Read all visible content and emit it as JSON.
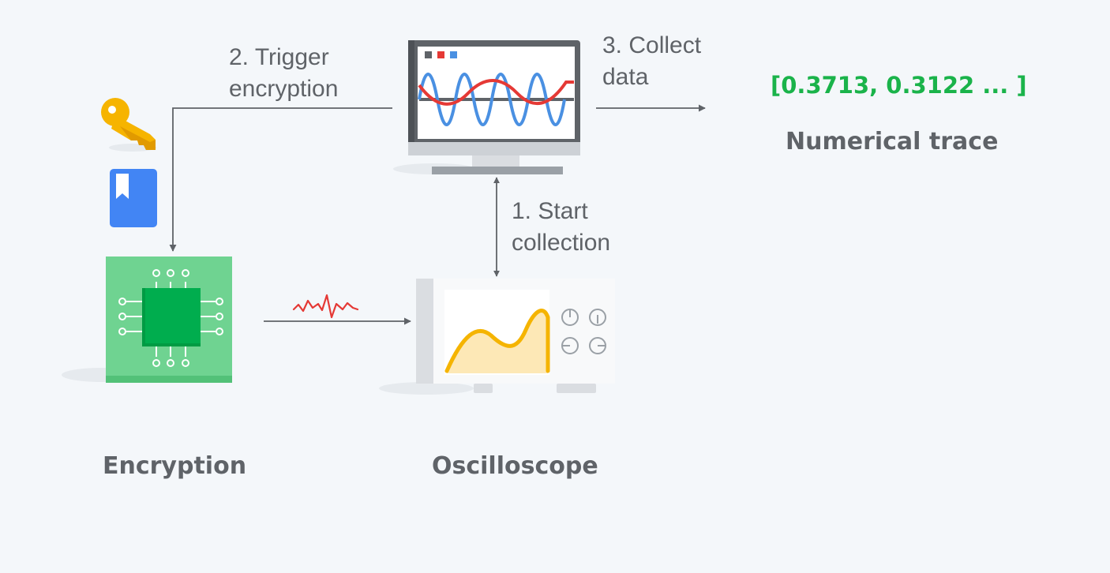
{
  "steps": {
    "trigger": {
      "line1": "2. Trigger",
      "line2": "encryption"
    },
    "collect": {
      "line1": "3. Collect",
      "line2": "data"
    },
    "start": {
      "line1": "1. Start",
      "line2": "collection"
    }
  },
  "output": {
    "trace_values": "[0.3713, 0.3122 ... ]",
    "trace_title": "Numerical trace"
  },
  "components": {
    "encryption_title": "Encryption",
    "oscilloscope_title": "Oscilloscope"
  },
  "colors": {
    "background": "#f4f7fa",
    "text_gray": "#5f6368",
    "accent_green": "#1ab34a",
    "chip_green": "#6fd391",
    "die_green": "#00a046",
    "key_yellow": "#f6b400",
    "book_blue": "#4285f4",
    "wave_red": "#e53935",
    "wave_blue": "#4a90e2",
    "scope_yellow": "#f5b400",
    "arrow_gray": "#5f6368"
  },
  "icons": [
    "key-icon",
    "book-icon",
    "chip-icon",
    "monitor-icon",
    "oscilloscope-icon",
    "signal-pulse-icon"
  ]
}
